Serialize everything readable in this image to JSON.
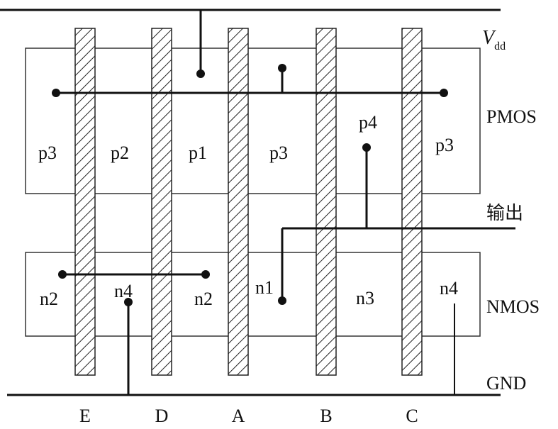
{
  "rails": {
    "vdd": {
      "main": "V",
      "sub": "dd"
    },
    "gnd": "GND",
    "output": "输出"
  },
  "regions": {
    "pmos": "PMOS",
    "nmos": "NMOS"
  },
  "gates": [
    "E",
    "D",
    "A",
    "B",
    "C"
  ],
  "pmos_nodes": [
    "p3",
    "p2",
    "p1",
    "p3",
    "p4",
    "p3"
  ],
  "nmos_nodes": [
    "n2",
    "n4",
    "n2",
    "n1",
    "n3",
    "n4"
  ]
}
